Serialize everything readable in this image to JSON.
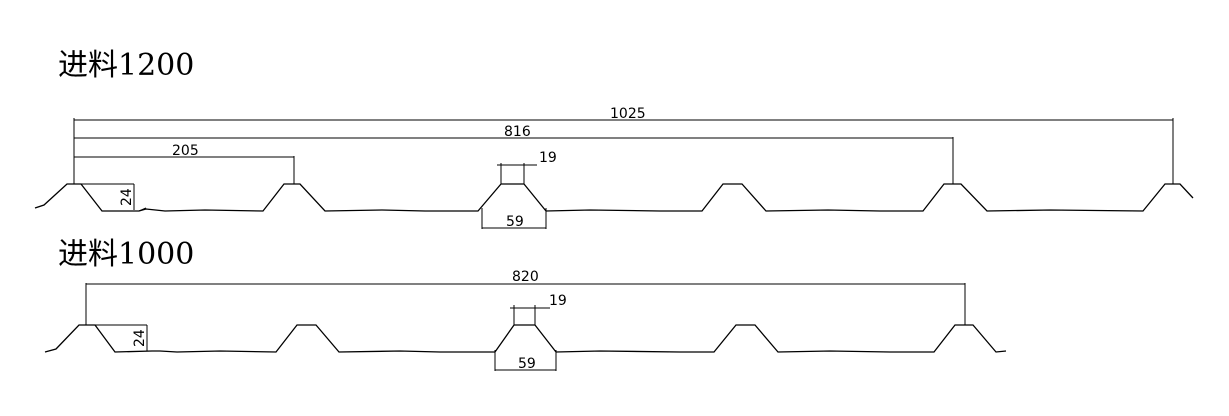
{
  "profiles": [
    {
      "title": "进料1200",
      "dims": {
        "overall": "1025",
        "cover": "816",
        "pitch": "205",
        "rib_top": "19",
        "rib_height": "24",
        "rib_base": "59"
      }
    },
    {
      "title": "进料1000",
      "dims": {
        "cover": "820",
        "rib_top": "19",
        "rib_height": "24",
        "rib_base": "59"
      }
    }
  ]
}
